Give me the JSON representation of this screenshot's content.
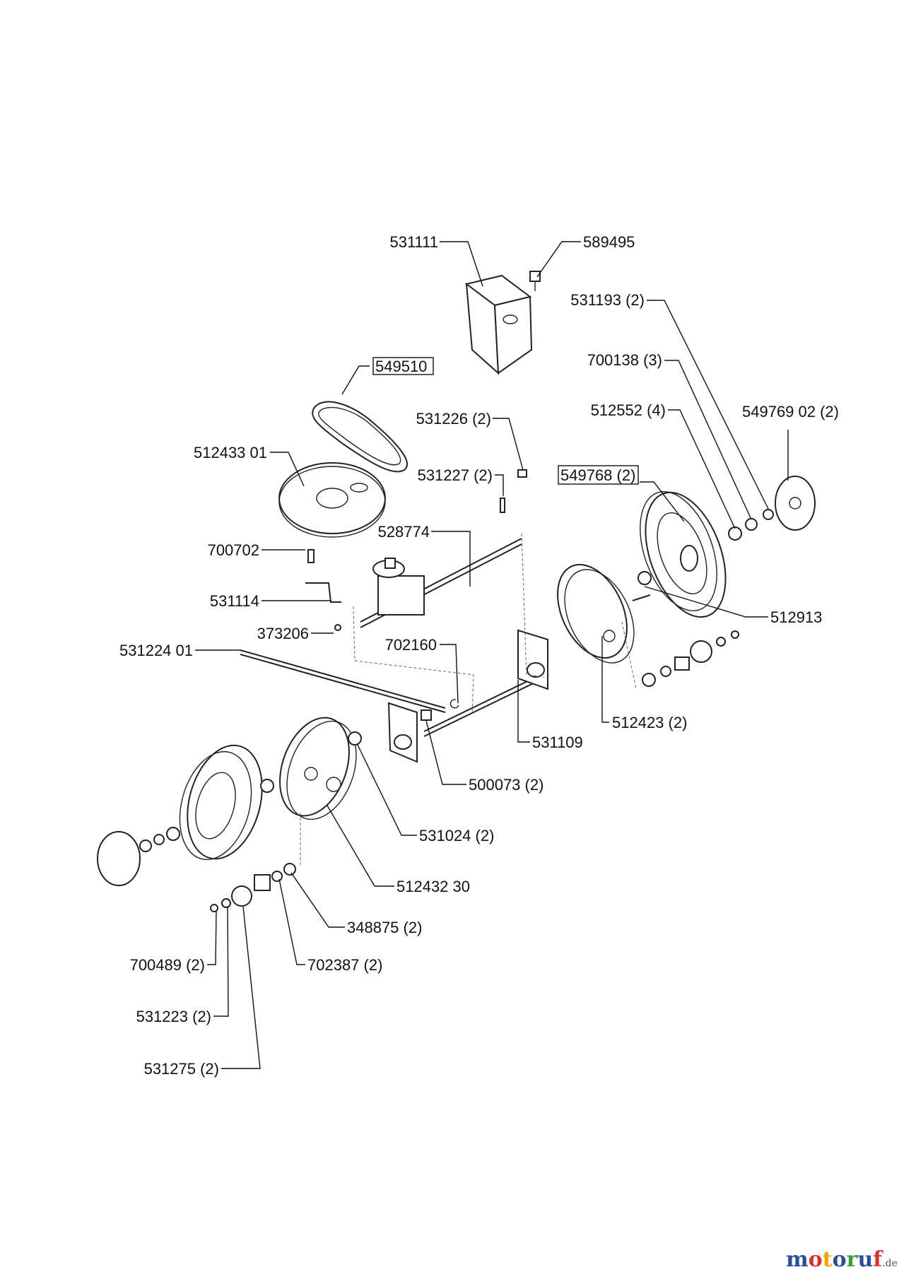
{
  "diagram": {
    "parts": [
      {
        "id": "p531111",
        "label": "531111"
      },
      {
        "id": "p589495",
        "label": "589495"
      },
      {
        "id": "p531193",
        "label": "531193 (2)"
      },
      {
        "id": "p700138",
        "label": "700138 (3)"
      },
      {
        "id": "p549510",
        "label": "549510",
        "boxed": true
      },
      {
        "id": "p531226",
        "label": "531226 (2)"
      },
      {
        "id": "p512552",
        "label": "512552 (4)"
      },
      {
        "id": "p549769",
        "label": "549769 02 (2)"
      },
      {
        "id": "p512433",
        "label": "512433 01"
      },
      {
        "id": "p531227",
        "label": "531227 (2)"
      },
      {
        "id": "p549768",
        "label": "549768 (2)",
        "boxed": true
      },
      {
        "id": "p528774",
        "label": "528774"
      },
      {
        "id": "p700702",
        "label": "700702"
      },
      {
        "id": "p531114",
        "label": "531114"
      },
      {
        "id": "p512913",
        "label": "512913"
      },
      {
        "id": "p373206",
        "label": "373206"
      },
      {
        "id": "p702160",
        "label": "702160"
      },
      {
        "id": "p531224",
        "label": "531224 01"
      },
      {
        "id": "p512423",
        "label": "512423 (2)"
      },
      {
        "id": "p531109",
        "label": "531109"
      },
      {
        "id": "p500073",
        "label": "500073 (2)"
      },
      {
        "id": "p531024",
        "label": "531024 (2)"
      },
      {
        "id": "p512432",
        "label": "512432 30"
      },
      {
        "id": "p348875",
        "label": "348875 (2)"
      },
      {
        "id": "p700489",
        "label": "700489 (2)"
      },
      {
        "id": "p702387",
        "label": "702387 (2)"
      },
      {
        "id": "p531223",
        "label": "531223 (2)"
      },
      {
        "id": "p531275",
        "label": "531275 (2)"
      }
    ]
  },
  "watermark": {
    "letters": [
      {
        "char": "m",
        "color": "#2a4d9b"
      },
      {
        "char": "o",
        "color": "#d9302c"
      },
      {
        "char": "t",
        "color": "#f0a500"
      },
      {
        "char": "o",
        "color": "#2a4d9b"
      },
      {
        "char": "r",
        "color": "#3a9a3a"
      },
      {
        "char": "u",
        "color": "#2a4d9b"
      },
      {
        "char": "f",
        "color": "#d9302c"
      }
    ],
    "suffix": ".de"
  }
}
